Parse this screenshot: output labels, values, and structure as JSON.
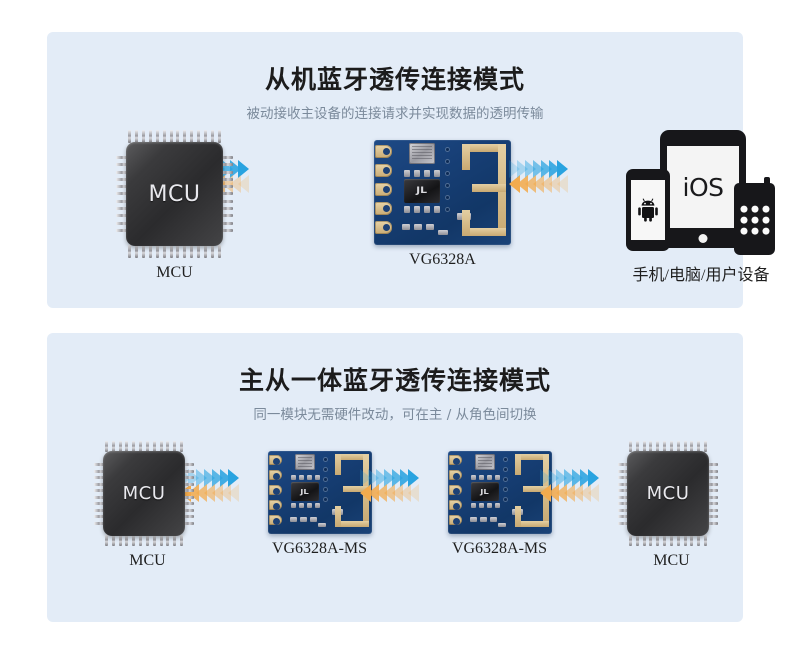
{
  "panels": [
    {
      "id": "slave-mode",
      "title": "从机蓝牙透传连接模式",
      "subtitle": "被动接收主设备的连接请求并实现数据的透明传输",
      "nodes": [
        {
          "type": "mcu",
          "label": "MCU",
          "text": "MCU"
        },
        {
          "type": "module",
          "label": "VG6328A",
          "ic_mark": "JL"
        },
        {
          "type": "devices",
          "label": "手机/电脑/用户设备",
          "tablet_text": "iOS"
        }
      ]
    },
    {
      "id": "master-slave-mode",
      "title": "主从一体蓝牙透传连接模式",
      "subtitle": "同一模块无需硬件改动，可在主 / 从角色间切换",
      "nodes": [
        {
          "type": "mcu",
          "label": "MCU",
          "text": "MCU"
        },
        {
          "type": "module",
          "label": "VG6328A-MS",
          "ic_mark": "JL"
        },
        {
          "type": "module",
          "label": "VG6328A-MS",
          "ic_mark": "JL"
        },
        {
          "type": "mcu",
          "label": "MCU",
          "text": "MCU"
        }
      ]
    }
  ],
  "colors": {
    "panel_background": "#e3ecf7",
    "page_background": "#ffffff",
    "title_text": "#1c1c1c",
    "subtitle_text": "#7b8a9b",
    "arrow_blue": "#29a3e0",
    "arrow_orange": "#f2ab4e",
    "pcb_blue": "#1a4378",
    "pcb_gold": "#d9bd86",
    "mcu_dark": "#2b2b2d"
  },
  "arrows": {
    "direction_forward": "right",
    "direction_reverse": "left",
    "chevron_count": 7
  }
}
